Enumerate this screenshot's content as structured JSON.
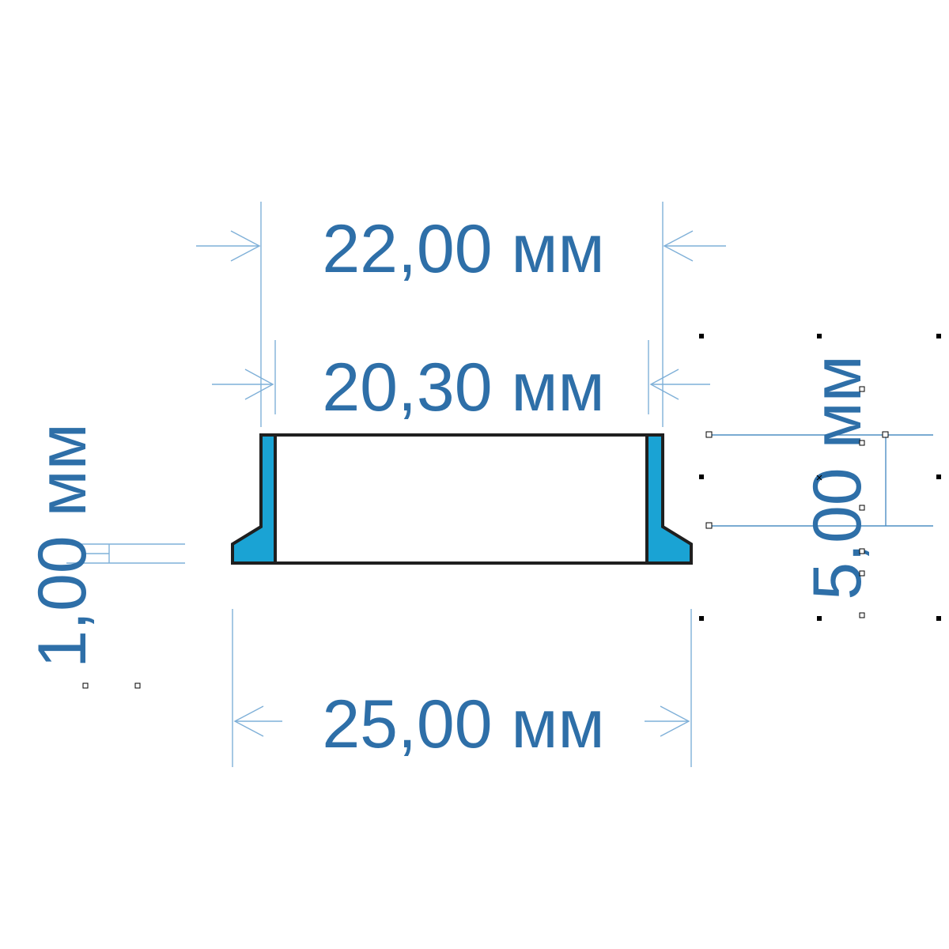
{
  "dimensions": {
    "top_outer": "22,00 мм",
    "top_inner": "20,30 мм",
    "bottom": "25,00 мм",
    "left_vertical": "1,00 мм",
    "right_vertical": "5,00 мм"
  },
  "colors": {
    "dimension_text": "#2e6fa8",
    "dimension_line": "#7fb0d8",
    "part_fill": "#1aa3d4",
    "part_outline": "#1f1f1f",
    "background": "#ffffff"
  }
}
